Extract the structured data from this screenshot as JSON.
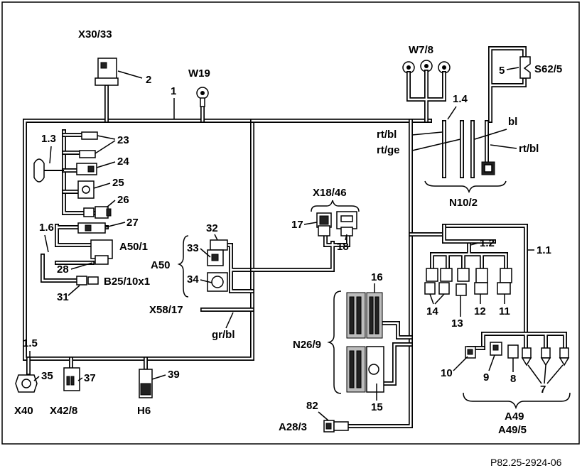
{
  "title": "",
  "reference": "P82.25-2924-06",
  "labels": {
    "X30_33": "X30/33",
    "n2": "2",
    "W19": "W19",
    "n1": "1",
    "W7_8": "W7/8",
    "n5": "5",
    "S62_5": "S62/5",
    "n1_4": "1.4",
    "bl": "bl",
    "rt_bl_1": "rt/bl",
    "rt_ge": "rt/ge",
    "rt_bl_2": "rt/bl",
    "N10_2": "N10/2",
    "n1_3": "1.3",
    "n23": "23",
    "n24": "24",
    "n25": "25",
    "n26": "26",
    "n27": "27",
    "n1_6": "1.6",
    "A50_1": "A50/1",
    "n28": "28",
    "B25_10x1": "B25/10x1",
    "n31": "31",
    "n32": "32",
    "n33": "33",
    "A50": "A50",
    "n34": "34",
    "X18_46": "X18/46",
    "n17": "17",
    "n18": "18",
    "n1_2": "1.2",
    "n1_1": "1.1",
    "n14": "14",
    "n13": "13",
    "n12": "12",
    "n11": "11",
    "X58_17": "X58/17",
    "gr_bl": "gr/bl",
    "n16": "16",
    "N26_9": "N26/9",
    "n15": "15",
    "n10": "10",
    "n9": "9",
    "n8": "8",
    "n7": "7",
    "A49": "A49",
    "A49_5": "A49/5",
    "n1_5": "1.5",
    "n35": "35",
    "n37": "37",
    "n39": "39",
    "X40": "X40",
    "X42_8": "X42/8",
    "H6": "H6",
    "n82": "82",
    "A28_3": "A28/3"
  }
}
